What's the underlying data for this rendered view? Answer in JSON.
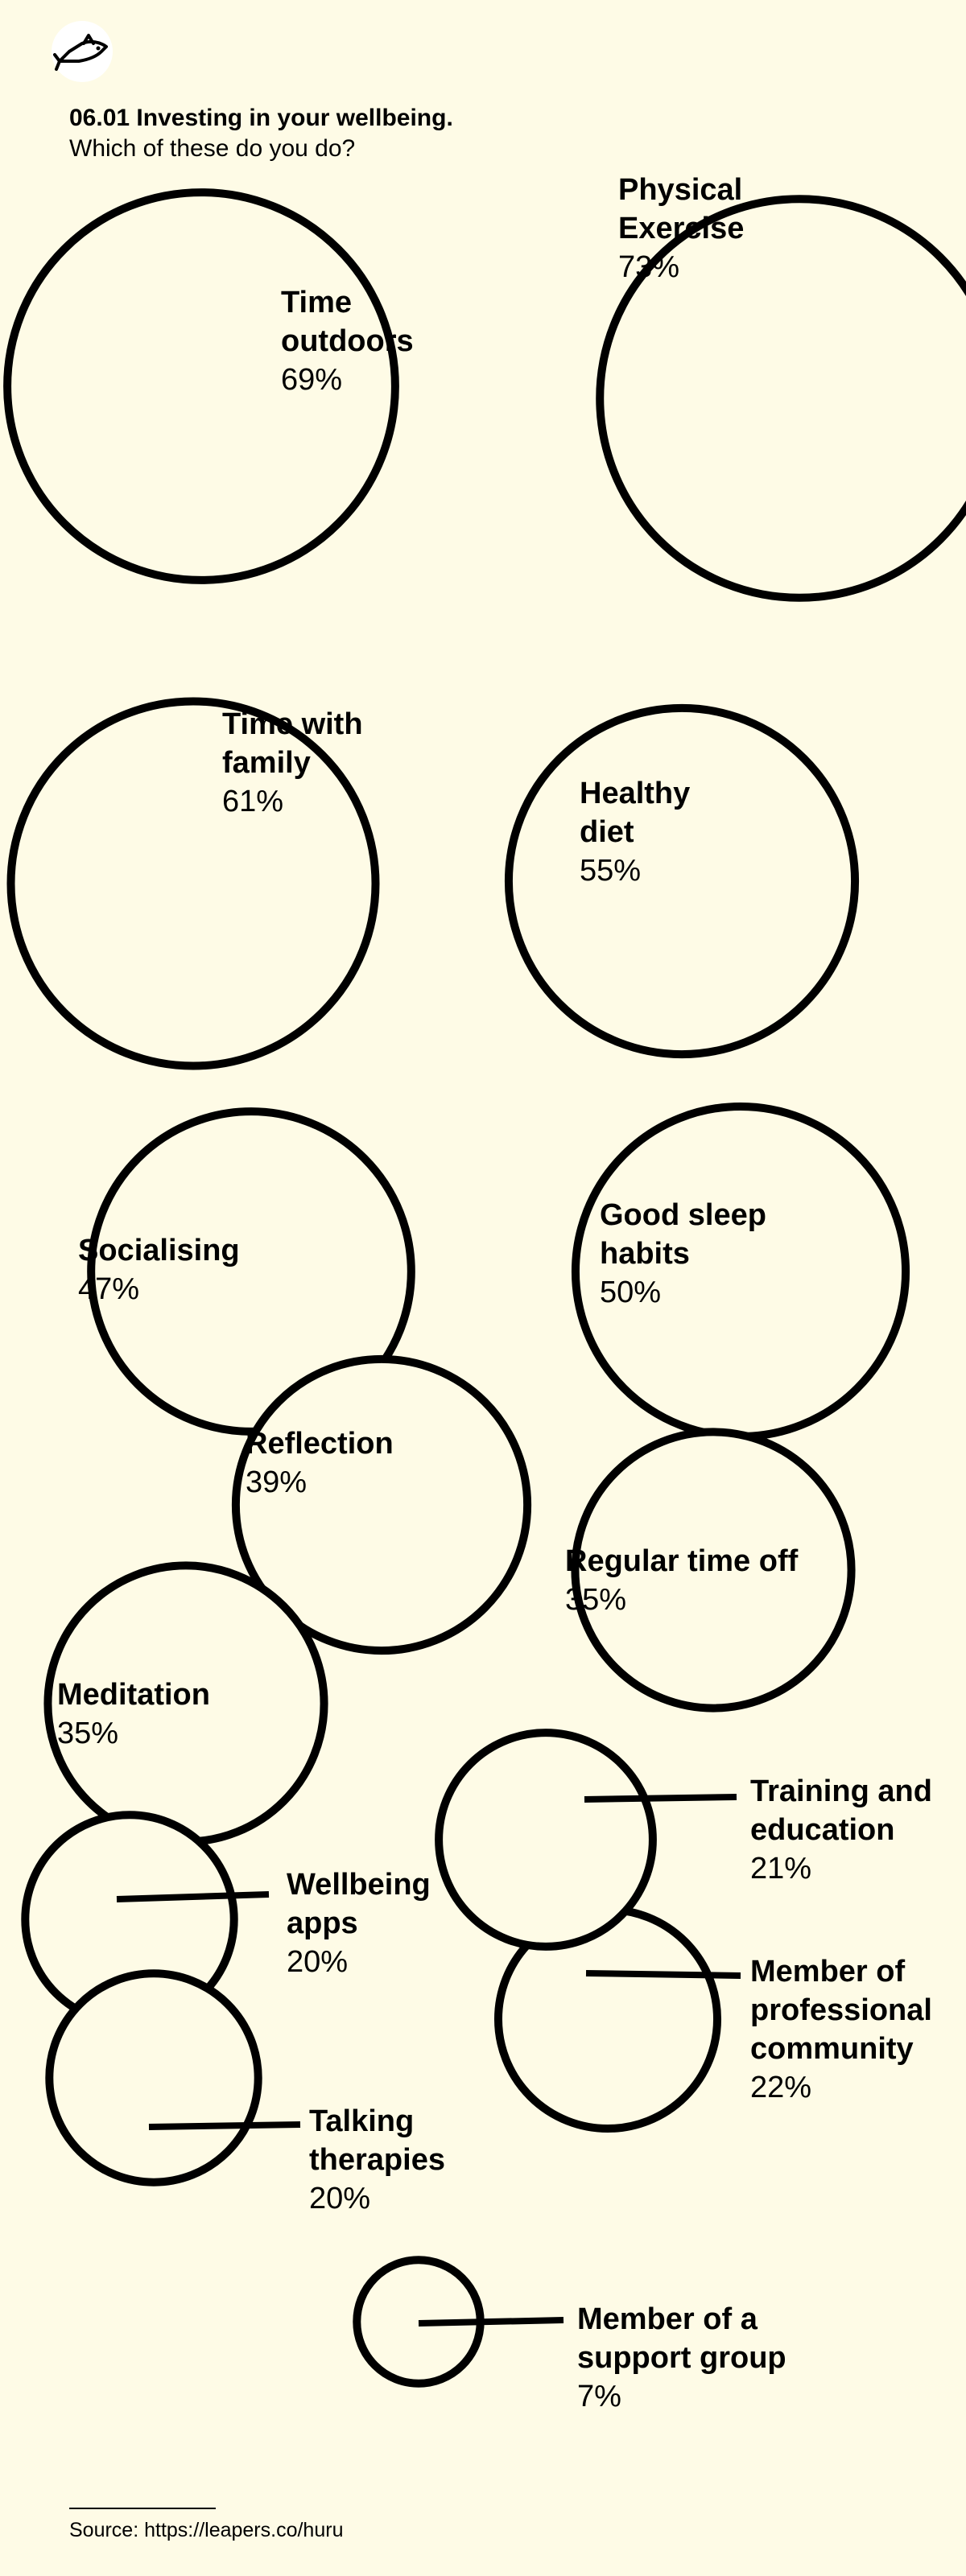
{
  "header": {
    "title": "06.01 Investing in your wellbeing.",
    "subtitle": "Which of these do you do?"
  },
  "source": "Source: https://leapers.co/huru",
  "logo": {
    "icon": "fish-icon"
  },
  "colors": {
    "background": "#fefbe6",
    "ink": "#000000"
  },
  "chart_data": {
    "type": "bubble",
    "title": "06.01 Investing in your wellbeing.",
    "subtitle": "Which of these do you do?",
    "unit": "%",
    "items": [
      {
        "name": "Physical Exercise",
        "value": 73,
        "label_lines": [
          "Physical",
          "Exercise"
        ],
        "value_label": "73%"
      },
      {
        "name": "Time outdoors",
        "value": 69,
        "label_lines": [
          "Time",
          "outdoors"
        ],
        "value_label": "69%"
      },
      {
        "name": "Time with family",
        "value": 61,
        "label_lines": [
          "Time with",
          "family"
        ],
        "value_label": "61%"
      },
      {
        "name": "Healthy diet",
        "value": 55,
        "label_lines": [
          "Healthy",
          "diet"
        ],
        "value_label": "55%"
      },
      {
        "name": "Good sleep habits",
        "value": 50,
        "label_lines": [
          "Good sleep",
          "habits"
        ],
        "value_label": "50%"
      },
      {
        "name": "Socialising",
        "value": 47,
        "label_lines": [
          "Socialising"
        ],
        "value_label": "47%"
      },
      {
        "name": "Reflection",
        "value": 39,
        "label_lines": [
          "Reflection"
        ],
        "value_label": "39%"
      },
      {
        "name": "Regular time off",
        "value": 35,
        "label_lines": [
          "Regular time off"
        ],
        "value_label": "35%"
      },
      {
        "name": "Meditation",
        "value": 35,
        "label_lines": [
          "Meditation"
        ],
        "value_label": "35%"
      },
      {
        "name": "Member of professional community",
        "value": 22,
        "label_lines": [
          "Member of",
          "professional",
          "community"
        ],
        "value_label": "22%"
      },
      {
        "name": "Training and education",
        "value": 21,
        "label_lines": [
          "Training and",
          "education"
        ],
        "value_label": "21%"
      },
      {
        "name": "Wellbeing apps",
        "value": 20,
        "label_lines": [
          "Wellbeing",
          "apps"
        ],
        "value_label": "20%"
      },
      {
        "name": "Talking therapies",
        "value": 20,
        "label_lines": [
          "Talking",
          "therapies"
        ],
        "value_label": "20%"
      },
      {
        "name": "Member of a support group",
        "value": 7,
        "label_lines": [
          "Member of a",
          "support group"
        ],
        "value_label": "7%"
      }
    ]
  }
}
